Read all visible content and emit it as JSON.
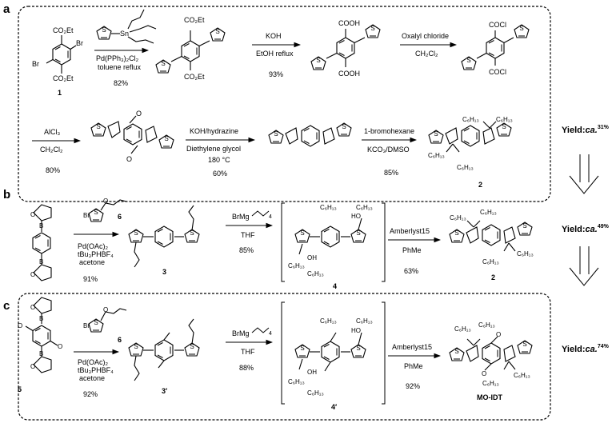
{
  "panels": {
    "a": {
      "label": "a",
      "yield": {
        "prefix": "Yield:",
        "value": "ca.",
        "sup": "31%"
      },
      "steps": [
        {
          "reagents": [
            "Pd(PPh₃)₂Cl₂",
            "toluene reflux"
          ],
          "yield": "82%"
        },
        {
          "reagents": [
            "KOH",
            "EtOH reflux"
          ],
          "yield": "93%"
        },
        {
          "reagents": [
            "Oxalyl chloride",
            "CH₂Cl₂"
          ],
          "yield": ""
        },
        {
          "reagents": [
            "AlCl₃",
            "CH₂Cl₂"
          ],
          "yield": "80%"
        },
        {
          "reagents": [
            "KOH/hydrazine",
            "Diethylene glycol",
            "180 °C"
          ],
          "yield": "60%"
        },
        {
          "reagents": [
            "1-bromohexane",
            "KCO₃/DMSO"
          ],
          "yield": "85%"
        }
      ],
      "compounds": {
        "c1": "1",
        "c2": "2"
      },
      "groups": {
        "co2et": "CO₂Et",
        "cooh": "COOH",
        "cocl": "COCl",
        "br": "Br",
        "sn": "Sn",
        "o": "O"
      }
    },
    "b": {
      "label": "b",
      "yield": {
        "prefix": "Yield:",
        "value": "ca.",
        "sup": "49%"
      },
      "steps": [
        {
          "reagents": [
            "Pd(OAc)₂",
            "tBu₃PHBF₄",
            "acetone"
          ],
          "yield": "91%",
          "reagent_number": "6"
        },
        {
          "reagents": [
            "BrMg",
            "THF"
          ],
          "yield": "85%",
          "subscript": "4"
        },
        {
          "reagents": [
            "Amberlyst15",
            "PhMe"
          ],
          "yield": "63%"
        }
      ],
      "compounds": {
        "c3": "3",
        "c4": "4",
        "c2": "2"
      },
      "groups": {
        "b": "B",
        "o": "O",
        "br": "Br",
        "oh": "OH",
        "hex": "C₆H₁₃",
        "ho": "HO"
      }
    },
    "c": {
      "label": "c",
      "yield": {
        "prefix": "Yield:",
        "value": "ca.",
        "sup": "74%"
      },
      "steps": [
        {
          "reagents": [
            "Pd(OAc)₂",
            "tBu₃PHBF₄",
            "acetone"
          ],
          "yield": "92%",
          "reagent_number": "6"
        },
        {
          "reagents": [
            "BrMg",
            "THF"
          ],
          "yield": "88%",
          "subscript": "4"
        },
        {
          "reagents": [
            "Amberlyst15",
            "PhMe"
          ],
          "yield": "92%"
        }
      ],
      "compounds": {
        "c5": "5",
        "c3p": "3′",
        "c4p": "4′",
        "mo": "MO-IDT"
      },
      "groups": {
        "b": "B",
        "o": "O",
        "br": "Br",
        "oh": "OH",
        "hex": "C₆H₁₃",
        "ho": "HO"
      }
    }
  }
}
